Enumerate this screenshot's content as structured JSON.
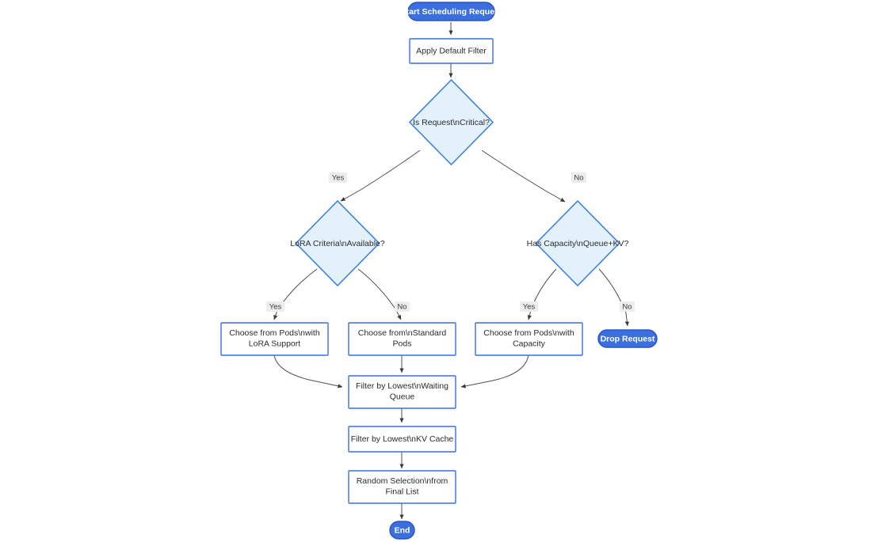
{
  "diagram": {
    "type": "flowchart",
    "direction": "top-down",
    "background_color": "#ffffff",
    "colors": {
      "process_fill": "#ffffff",
      "process_stroke": "#3b6fe0",
      "decision_fill": "#e3f1fb",
      "decision_stroke": "#3b82e0",
      "terminal_fill": "#3b6fe0",
      "terminal_stroke": "#2a55c0",
      "terminal_text": "#ffffff",
      "edge_stroke": "#4f4f4f",
      "edge_label_bg": "#ededed",
      "node_text": "#2b2b2b"
    },
    "nodes": [
      {
        "id": "start",
        "shape": "stadium",
        "label": "Start Scheduling Request"
      },
      {
        "id": "apply_filter",
        "shape": "rect",
        "label_line1": "Apply Default Filter",
        "label_line2": ""
      },
      {
        "id": "is_critical",
        "shape": "diamond",
        "label": "Is Request\\nCritical?"
      },
      {
        "id": "lora_criteria",
        "shape": "diamond",
        "label": "LoRA Criteria\\nAvailable?"
      },
      {
        "id": "has_capacity",
        "shape": "diamond",
        "label": "Has Capacity\\nQueue+KV?"
      },
      {
        "id": "choose_lora",
        "shape": "rect",
        "label_line1": "Choose from Pods\\nwith",
        "label_line2": "LoRA Support"
      },
      {
        "id": "choose_standard",
        "shape": "rect",
        "label_line1": "Choose from\\nStandard",
        "label_line2": "Pods"
      },
      {
        "id": "choose_capacity",
        "shape": "rect",
        "label_line1": "Choose from Pods\\nwith",
        "label_line2": "Capacity"
      },
      {
        "id": "drop_request",
        "shape": "stadium",
        "label": "Drop Request"
      },
      {
        "id": "filter_queue",
        "shape": "rect",
        "label_line1": "Filter by Lowest\\nWaiting",
        "label_line2": "Queue"
      },
      {
        "id": "filter_kv",
        "shape": "rect",
        "label_line1": "Filter by Lowest\\nKV Cache",
        "label_line2": ""
      },
      {
        "id": "random_selection",
        "shape": "rect",
        "label_line1": "Random Selection\\nfrom",
        "label_line2": "Final List"
      },
      {
        "id": "end",
        "shape": "circle",
        "label": "End"
      }
    ],
    "edge_labels": {
      "critical_yes": "Yes",
      "critical_no": "No",
      "lora_yes": "Yes",
      "lora_no": "No",
      "capacity_yes": "Yes",
      "capacity_no": "No"
    },
    "edges": [
      {
        "from": "start",
        "to": "apply_filter",
        "label": ""
      },
      {
        "from": "apply_filter",
        "to": "is_critical",
        "label": ""
      },
      {
        "from": "is_critical",
        "to": "lora_criteria",
        "label": "Yes"
      },
      {
        "from": "is_critical",
        "to": "has_capacity",
        "label": "No"
      },
      {
        "from": "lora_criteria",
        "to": "choose_lora",
        "label": "Yes"
      },
      {
        "from": "lora_criteria",
        "to": "choose_standard",
        "label": "No"
      },
      {
        "from": "has_capacity",
        "to": "choose_capacity",
        "label": "Yes"
      },
      {
        "from": "has_capacity",
        "to": "drop_request",
        "label": "No"
      },
      {
        "from": "choose_lora",
        "to": "filter_queue",
        "label": ""
      },
      {
        "from": "choose_standard",
        "to": "filter_queue",
        "label": ""
      },
      {
        "from": "choose_capacity",
        "to": "filter_queue",
        "label": ""
      },
      {
        "from": "filter_queue",
        "to": "filter_kv",
        "label": ""
      },
      {
        "from": "filter_kv",
        "to": "random_selection",
        "label": ""
      },
      {
        "from": "random_selection",
        "to": "end",
        "label": ""
      }
    ]
  }
}
